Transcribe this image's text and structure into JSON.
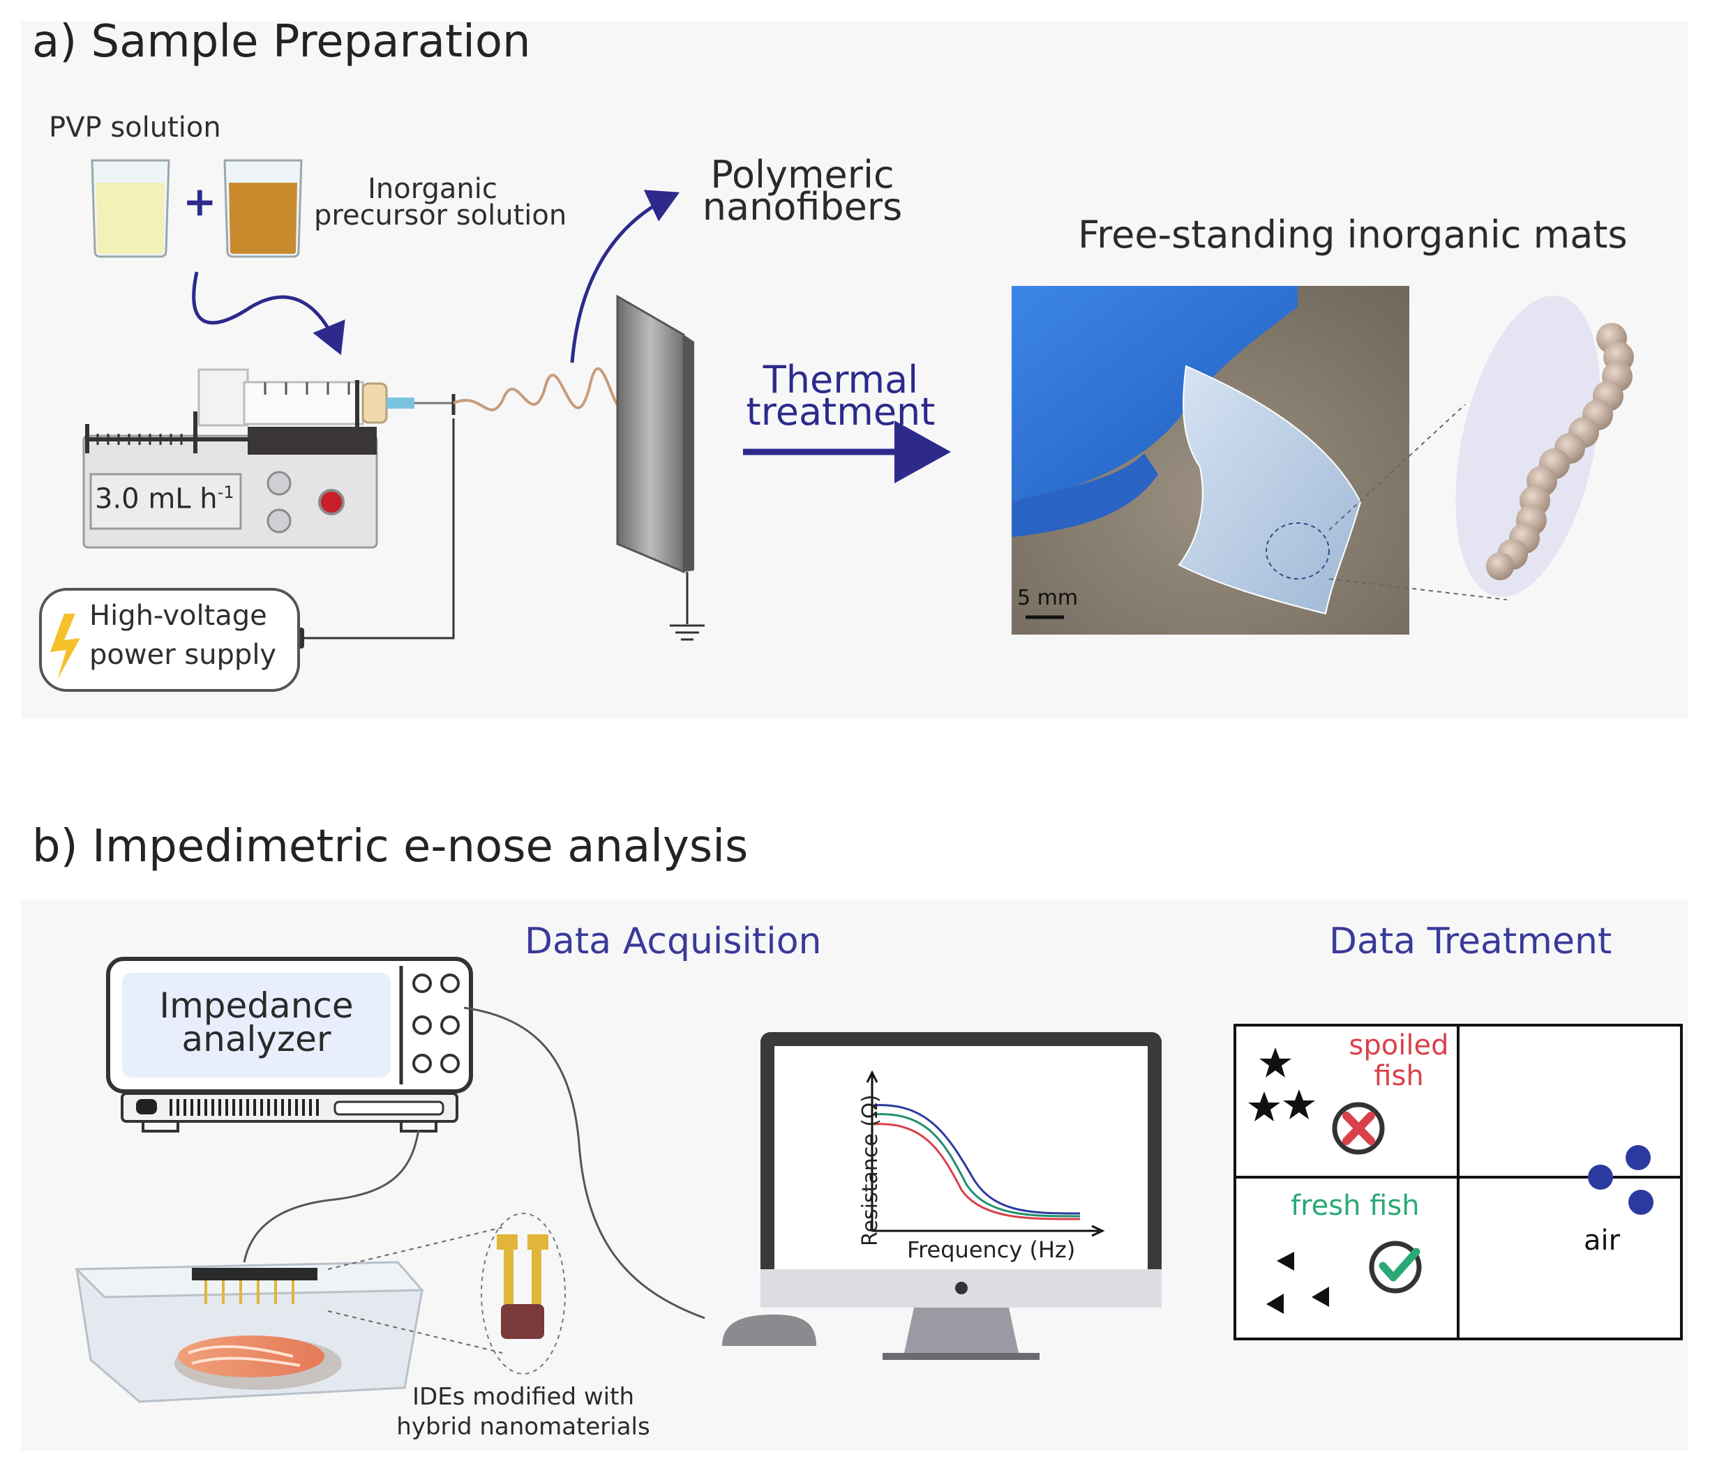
{
  "section_a": {
    "title": "a) Sample Preparation",
    "pvp_label": "PVP solution",
    "plus": "+",
    "inorganic_line1": "Inorganic",
    "inorganic_line2": "precursor solution",
    "flow_rate": "3.0 mL h",
    "flow_rate_sup": "-1",
    "power_line1": "High-voltage",
    "power_line2": "power supply",
    "nanofibers_line1": "Polymeric",
    "nanofibers_line2": "nanofibers",
    "thermal_line1": "Thermal",
    "thermal_line2": "treatment",
    "mats_title": "Free-standing inorganic mats",
    "scale_bar": "5 mm"
  },
  "section_b": {
    "title": "b) Impedimetric e-nose analysis",
    "acquisition_title": "Data Acquisition",
    "treatment_title": "Data Treatment",
    "analyzer_line1": "Impedance",
    "analyzer_line2": "analyzer",
    "ides_line1": "IDEs modified with",
    "ides_line2": "hybrid nanomaterials",
    "plot_ylabel": "Resistance (Ω)",
    "plot_xlabel": "Frequency (Hz)",
    "spoiled_line1": "spoiled",
    "spoiled_line2": "fish",
    "fresh": "fresh fish",
    "air": "air"
  },
  "colors": {
    "accent_blue": "#2d2a8c",
    "spoiled_red": "#d9414a",
    "fresh_green": "#2aa876",
    "cluster_blue": "#2b3a9e",
    "glove_blue": "#2a6fd6"
  }
}
